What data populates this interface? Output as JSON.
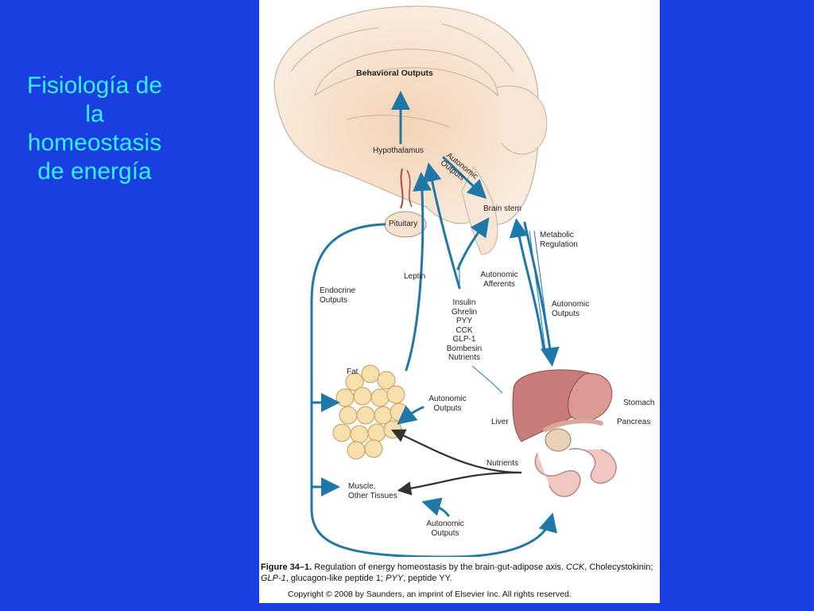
{
  "slide": {
    "title": "Fisiología de\nla\nhomeostasis\nde energía",
    "background_color": "#1a3fe0",
    "title_color": "#33f0ff"
  },
  "figure": {
    "labels": {
      "behavioral_outputs": "Behavioral Outputs",
      "hypothalamus": "Hypothalamus",
      "autonomic_outputs_top": "Autonomic\nOutputs",
      "brain_stem": "Brain stem",
      "pituitary": "Pituitary",
      "metabolic_regulation": "Metabolic\nRegulation",
      "endocrine_outputs": "Endocrine\nOutputs",
      "leptin": "Leptin",
      "autonomic_afferents": "Autonomic\nAfferents",
      "signals": "Insulin\nGhrelin\nPYY\nCCK\nGLP-1\nBombesin\nNutrients",
      "autonomic_outputs_right": "Autonomic\nOutputs",
      "fat": "Fat",
      "autonomic_outputs_fat": "Autonomic\nOutputs",
      "liver": "Liver",
      "stomach": "Stomach",
      "pancreas": "Pancreas",
      "nutrients": "Nutrients",
      "muscle": "Muscle,\nOther Tissues",
      "autonomic_outputs_bottom": "Autonomic\nOutputs"
    },
    "caption": {
      "figure_number": "Figure 34–1.",
      "text_1": " Regulation of energy homeostasis by the brain-gut-adipose axis. ",
      "abbr_cck": "CCK",
      "text_2": ", Cholecystokinin; ",
      "abbr_glp1": "GLP-1",
      "text_3": ", glucagon-like peptide 1; ",
      "abbr_pyy": "PYY",
      "text_4": ", peptide YY."
    },
    "copyright": "Copyright © 2008 by Saunders, an imprint of Elsevier Inc.  All rights reserved.",
    "colors": {
      "arrow_blue": "#1f78a8",
      "brain_tissue": "#f6e2cf",
      "liver": "#c97a7a",
      "intestine": "#f1c7c2",
      "fat_cells": "#f7dfae",
      "nutrient_arrow": "#333333"
    }
  }
}
